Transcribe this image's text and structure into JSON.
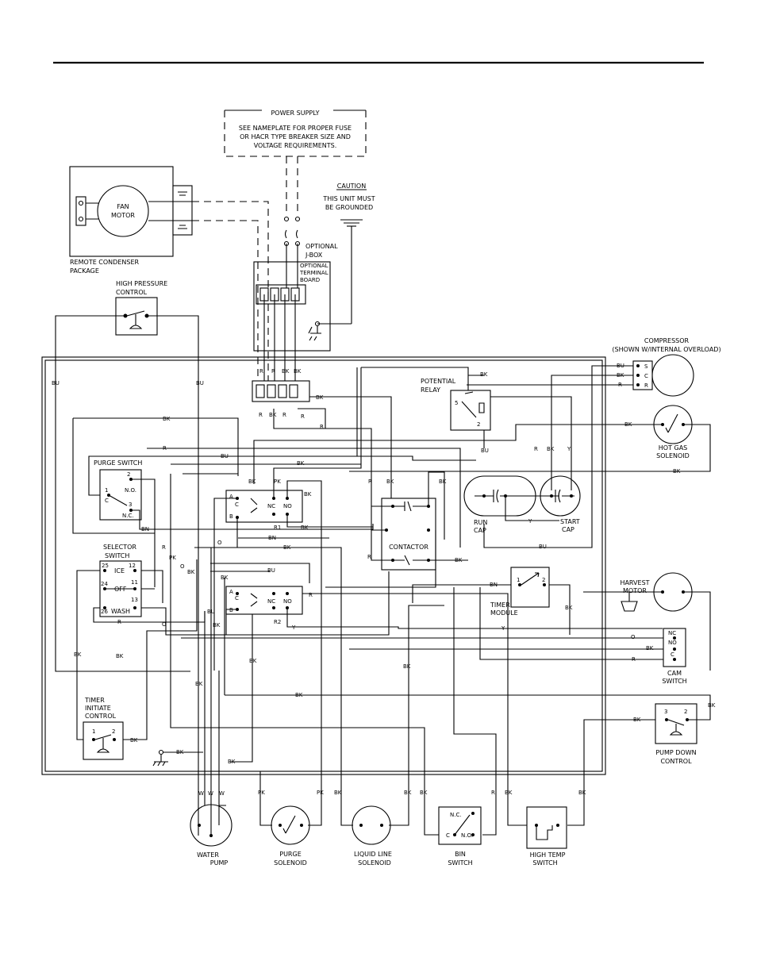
{
  "components": {
    "power_supply": {
      "title": "POWER SUPPLY",
      "line1": "SEE NAMEPLATE FOR PROPER FUSE",
      "line2": "OR HACR TYPE BREAKER SIZE AND",
      "line3": "VOLTAGE REQUIREMENTS."
    },
    "caution": {
      "title": "CAUTION",
      "line1": "THIS UNIT MUST",
      "line2": "BE GROUNDED"
    },
    "fan_motor": {
      "line1": "FAN",
      "line2": "MOTOR"
    },
    "remote_condenser": {
      "line1": "REMOTE CONDENSER",
      "line2": "PACKAGE"
    },
    "optional_jbox": {
      "line1": "OPTIONAL",
      "line2": "J-BOX"
    },
    "optional_terminal_board": {
      "line1": "OPTIONAL",
      "line2": "TERMINAL",
      "line3": "BOARD"
    },
    "high_pressure_control": {
      "line1": "HIGH PRESSURE",
      "line2": "CONTROL"
    },
    "compressor": {
      "line1": "COMPRESSOR",
      "line2": "(SHOWN W/INTERNAL OVERLOAD)",
      "t_s": "S",
      "t_c": "C",
      "t_r": "R"
    },
    "potential_relay": {
      "line1": "POTENTIAL",
      "line2": "RELAY",
      "t5": "5",
      "t2": "2"
    },
    "hot_gas_solenoid": {
      "line1": "HOT GAS",
      "line2": "SOLENOID"
    },
    "purge_switch": {
      "title": "PURGE SWITCH",
      "t1": "1",
      "t2": "2",
      "t3": "3",
      "c": "C",
      "no": "N.O.",
      "nc": "N.C."
    },
    "relay_r1": {
      "label": "R1",
      "a": "A",
      "b": "B",
      "c": "C",
      "nc": "NC",
      "no": "NO"
    },
    "relay_r2": {
      "label": "R2",
      "a": "A",
      "b": "B",
      "c": "C",
      "nc": "NC",
      "no": "NO"
    },
    "contactor": {
      "label": "CONTACTOR"
    },
    "run_cap": {
      "line1": "RUN",
      "line2": "CAP"
    },
    "start_cap": {
      "line1": "START",
      "line2": "CAP"
    },
    "selector_switch": {
      "line1": "SELECTOR",
      "line2": "SWITCH",
      "ice": "ICE",
      "off": "OFF",
      "wash": "WASH",
      "t25": "25",
      "t12": "12",
      "t24": "24",
      "t11": "11",
      "t26": "26",
      "t13": "13"
    },
    "timer_module": {
      "line1": "TIMER",
      "line2": "MODULE",
      "t1": "1",
      "t2": "2"
    },
    "harvest_motor": {
      "line1": "HARVEST",
      "line2": "MOTOR"
    },
    "cam_switch": {
      "line1": "CAM",
      "line2": "SWITCH",
      "nc": "NC",
      "no": "NO",
      "c": "C"
    },
    "timer_initiate": {
      "line1": "TIMER",
      "line2": "INITIATE",
      "line3": "CONTROL",
      "t1": "1",
      "t2": "2"
    },
    "pump_down": {
      "line1": "PUMP DOWN",
      "line2": "CONTROL",
      "t3": "3",
      "t2": "2"
    },
    "water_pump": {
      "line1": "WATER",
      "line2": "PUMP"
    },
    "purge_solenoid": {
      "line1": "PURGE",
      "line2": "SOLENOID"
    },
    "liquid_line_solenoid": {
      "line1": "LIQUID LINE",
      "line2": "SOLENOID"
    },
    "bin_switch": {
      "line1": "BIN",
      "line2": "SWITCH",
      "nc": "N.C.",
      "c": "C",
      "no": "N.O."
    },
    "high_temp_switch": {
      "line1": "HIGH TEMP",
      "line2": "SWITCH"
    }
  },
  "wire_codes": {
    "bu": "BU",
    "bk": "BK",
    "r": "R",
    "w": "W",
    "pk": "PK",
    "bn": "BN",
    "y": "Y",
    "o": "O"
  }
}
